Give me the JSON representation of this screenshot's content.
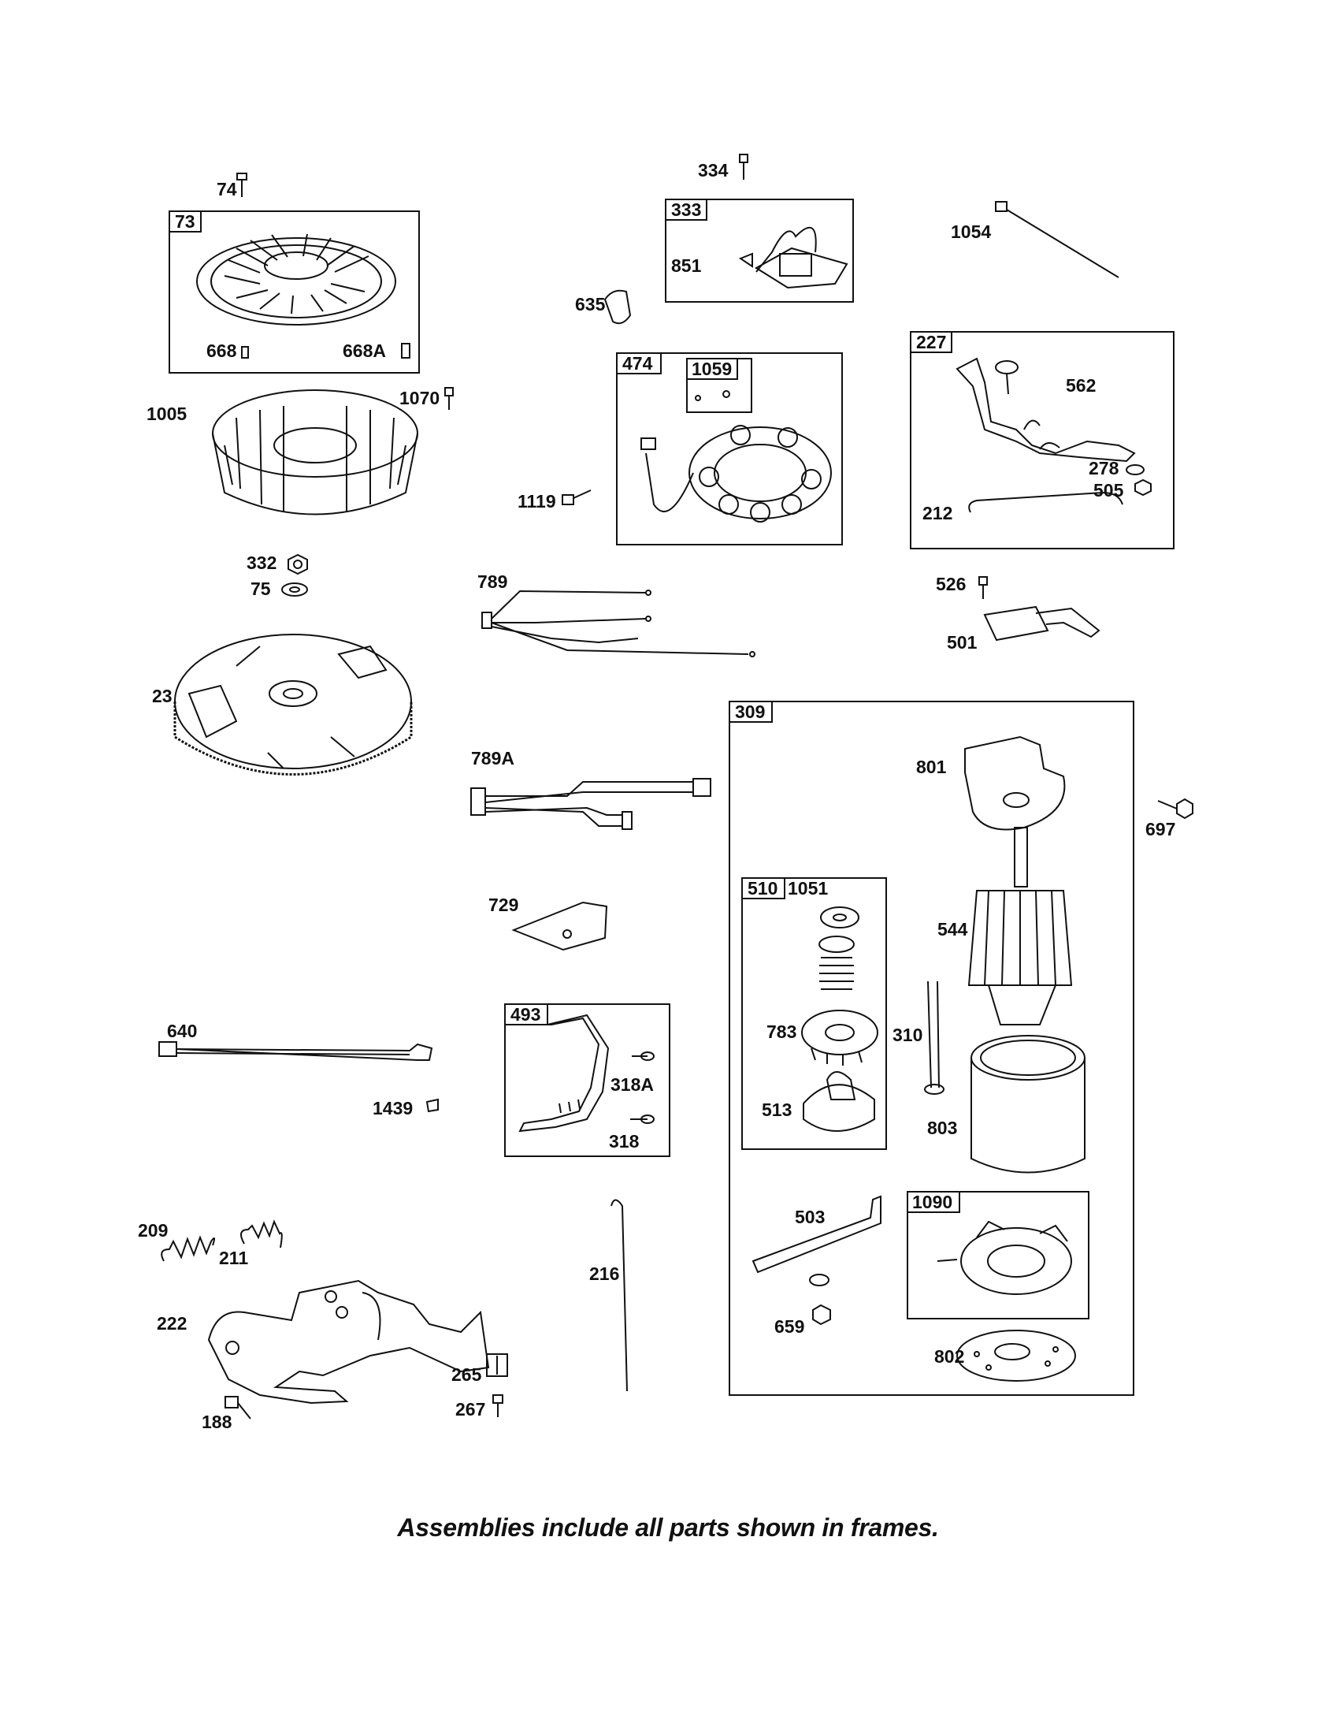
{
  "caption": "Assemblies include all parts shown in frames.",
  "frame_labels": {
    "f73": "73",
    "f333": "333",
    "f474": "474",
    "f1059": "1059",
    "f227": "227",
    "f309": "309",
    "f510": "510",
    "f493": "493",
    "f1090": "1090"
  },
  "part_labels": {
    "p74": "74",
    "p668": "668",
    "p668A": "668A",
    "p1005": "1005",
    "p1070": "1070",
    "p332": "332",
    "p75": "75",
    "p23": "23",
    "p334": "334",
    "p851": "851",
    "p635": "635",
    "p1119": "1119",
    "p1054": "1054",
    "p562": "562",
    "p278": "278",
    "p505": "505",
    "p212": "212",
    "p789": "789",
    "p526": "526",
    "p501": "501",
    "p789A": "789A",
    "p801": "801",
    "p697": "697",
    "p729": "729",
    "p1051": "1051",
    "p544": "544",
    "p783": "783",
    "p310": "310",
    "p513": "513",
    "p803": "803",
    "p640": "640",
    "p1439": "1439",
    "p318A": "318A",
    "p318": "318",
    "p209": "209",
    "p211": "211",
    "p222": "222",
    "p188": "188",
    "p265": "265",
    "p267": "267",
    "p216": "216",
    "p503": "503",
    "p659": "659",
    "p802": "802"
  }
}
